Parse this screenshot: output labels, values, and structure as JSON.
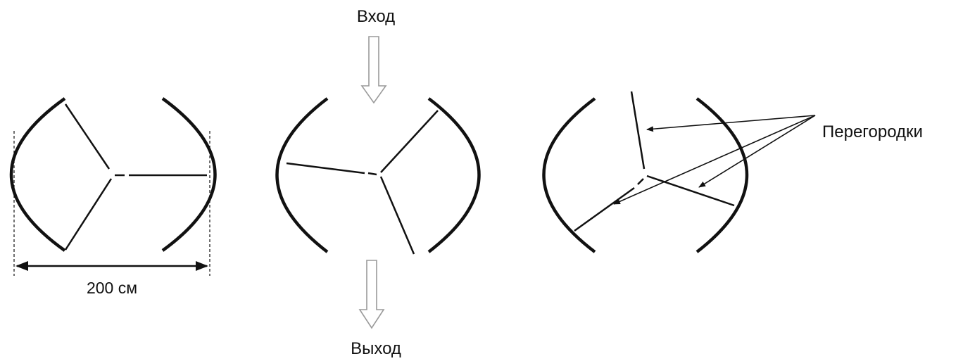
{
  "labels": {
    "entry": "Вход",
    "exit": "Выход",
    "width": "200 см",
    "partitions": "Перегородки"
  },
  "colors": {
    "stroke": "#111111",
    "flow_arrow": "#9a9a9a",
    "background": "#ffffff"
  }
}
